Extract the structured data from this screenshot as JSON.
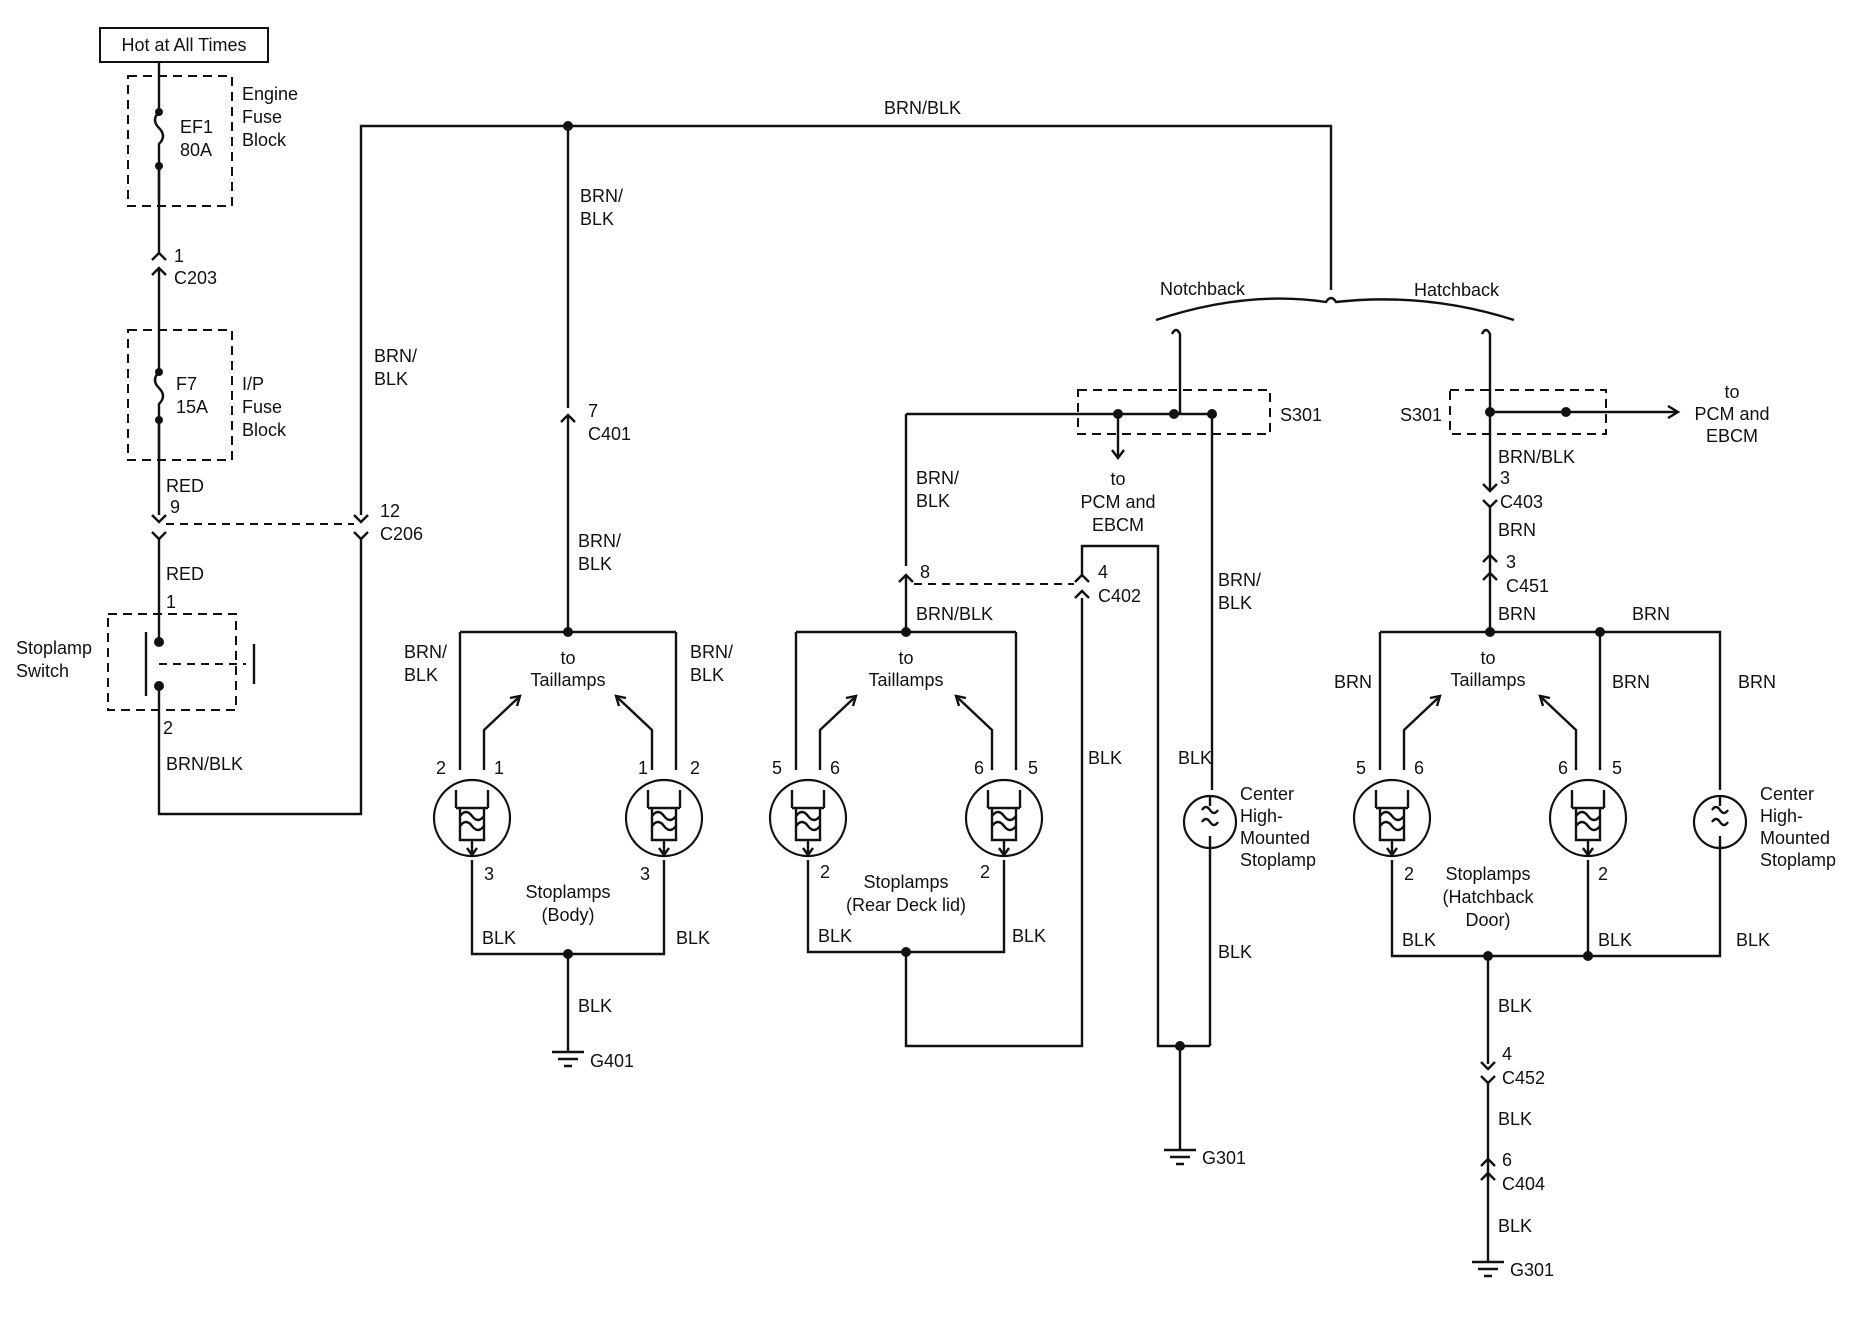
{
  "power_label": "Hot at All Times",
  "engine_fuse_block": {
    "name": [
      "Engine",
      "Fuse",
      "Block"
    ],
    "fuse_id": "EF1",
    "rating": "80A"
  },
  "ip_fuse_block": {
    "name": [
      "I/P",
      "Fuse",
      "Block"
    ],
    "fuse_id": "F7",
    "rating": "15A"
  },
  "stoplamp_switch": {
    "name": [
      "Stoplamp",
      "Switch"
    ],
    "pin_in": "1",
    "pin_out": "2"
  },
  "connectors": {
    "c203": {
      "id": "C203",
      "pin": "1"
    },
    "c206_left": {
      "pin": "9"
    },
    "c206": {
      "id": "C206",
      "pin": "12"
    },
    "c401": {
      "id": "C401",
      "pin": "7"
    },
    "c402_left": {
      "pin": "8"
    },
    "c402": {
      "id": "C402",
      "pin": "4"
    },
    "c403": {
      "id": "C403",
      "pin": "3"
    },
    "c451": {
      "id": "C451",
      "pin": "3"
    },
    "c452": {
      "id": "C452",
      "pin": "4"
    },
    "c404": {
      "id": "C404",
      "pin": "6"
    }
  },
  "splices": {
    "notch": "S301",
    "hatch": "S301"
  },
  "grounds": {
    "body": "G401",
    "notch": "G301",
    "hatch": "G301"
  },
  "variants": {
    "notchback": "Notchback",
    "hatchback": "Hatchback"
  },
  "wire_colors": {
    "brn_blk": "BRN/BLK",
    "brn_slash": "BRN/",
    "blk": "BLK",
    "red": "RED",
    "brn": "BRN"
  },
  "to_taillamps": [
    "to",
    "Taillamps"
  ],
  "to_pcm": [
    "to",
    "PCM and",
    "EBCM"
  ],
  "stoplamp_groups": {
    "body": [
      "Stoplamps",
      "(Body)"
    ],
    "rear_deck": [
      "Stoplamps",
      "(Rear Deck lid)"
    ],
    "hatchback": [
      "Stoplamps",
      "(Hatchback",
      "Door)"
    ]
  },
  "chmsl": [
    "Center",
    "High-",
    "Mounted",
    "Stoplamp"
  ],
  "lamp_pins": {
    "body_left": {
      "a": "2",
      "b": "1",
      "gnd": "3"
    },
    "body_right": {
      "a": "1",
      "b": "2",
      "gnd": "3"
    },
    "deck_left": {
      "a": "5",
      "b": "6",
      "gnd": "2"
    },
    "deck_right": {
      "a": "6",
      "b": "5",
      "gnd": "2"
    },
    "hatch_left": {
      "a": "5",
      "b": "6",
      "gnd": "2"
    },
    "hatch_right": {
      "a": "6",
      "b": "5",
      "gnd": "2"
    }
  }
}
